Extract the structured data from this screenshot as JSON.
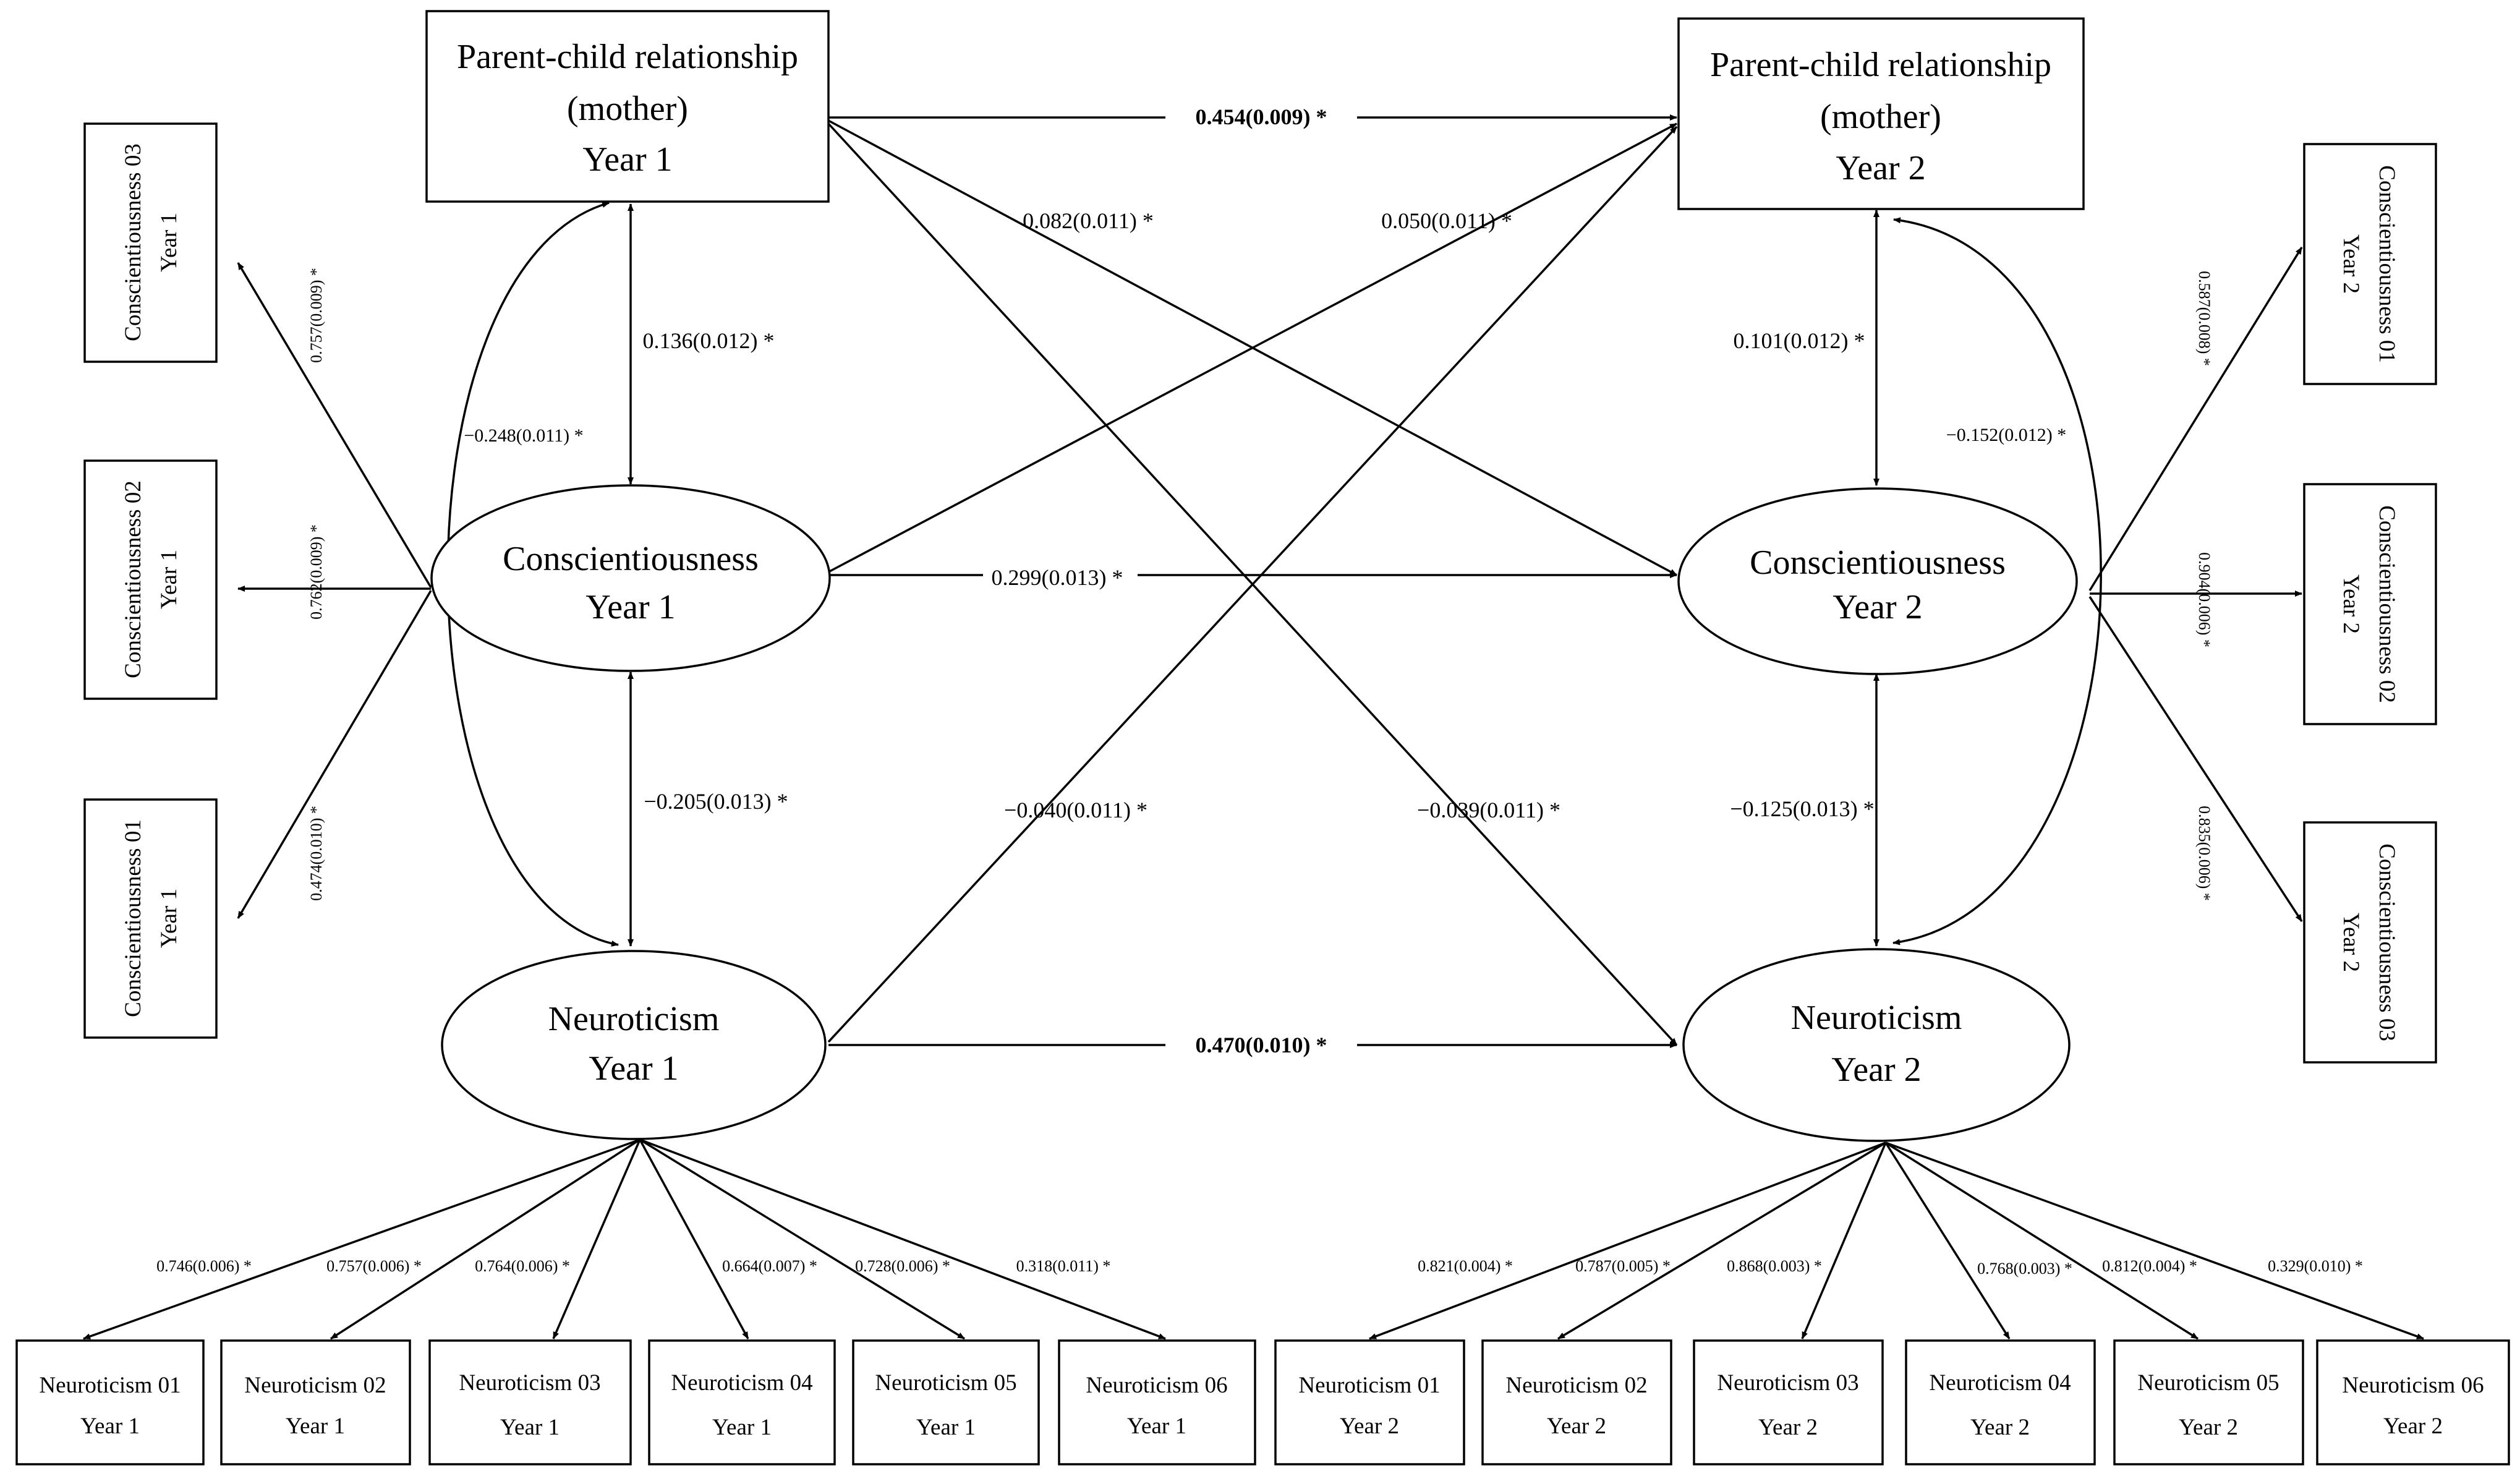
{
  "nodes": {
    "pcr_y1": {
      "lines": [
        "Parent-child relationship",
        "(mother)",
        "Year 1"
      ]
    },
    "pcr_y2": {
      "lines": [
        "Parent-child relationship",
        "(mother)",
        "Year 2"
      ]
    },
    "con_y1": {
      "lines": [
        "Conscientiousness",
        "Year 1"
      ]
    },
    "con_y2": {
      "lines": [
        "Conscientiousness",
        "Year 2"
      ]
    },
    "neu_y1": {
      "lines": [
        "Neuroticism",
        "Year 1"
      ]
    },
    "neu_y2": {
      "lines": [
        "Neuroticism",
        "Year 2"
      ]
    },
    "c_y1": [
      {
        "lines": [
          "Conscientiousness 03",
          "Year 1"
        ]
      },
      {
        "lines": [
          "Conscientiousness 02",
          "Year 1"
        ]
      },
      {
        "lines": [
          "Conscientiousness 01",
          "Year 1"
        ]
      }
    ],
    "c_y2": [
      {
        "lines": [
          "Conscientiousness 01",
          "Year 2"
        ]
      },
      {
        "lines": [
          "Conscientiousness 02",
          "Year 2"
        ]
      },
      {
        "lines": [
          "Conscientiousness 03",
          "Year 2"
        ]
      }
    ],
    "n_y1": [
      {
        "lines": [
          "Neuroticism 01",
          "Year 1"
        ]
      },
      {
        "lines": [
          "Neuroticism 02",
          "Year 1"
        ]
      },
      {
        "lines": [
          "Neuroticism 03",
          "Year 1"
        ]
      },
      {
        "lines": [
          "Neuroticism 04",
          "Year 1"
        ]
      },
      {
        "lines": [
          "Neuroticism 05",
          "Year 1"
        ]
      },
      {
        "lines": [
          "Neuroticism 06",
          "Year 1"
        ]
      }
    ],
    "n_y2": [
      {
        "lines": [
          "Neuroticism 01",
          "Year 2"
        ]
      },
      {
        "lines": [
          "Neuroticism 02",
          "Year 2"
        ]
      },
      {
        "lines": [
          "Neuroticism 03",
          "Year 2"
        ]
      },
      {
        "lines": [
          "Neuroticism 04",
          "Year 2"
        ]
      },
      {
        "lines": [
          "Neuroticism 05",
          "Year 2"
        ]
      },
      {
        "lines": [
          "Neuroticism 06",
          "Year 2"
        ]
      }
    ]
  },
  "paths": {
    "pcr_stability": "0.454(0.009) *",
    "con_stability": "0.299(0.013) *",
    "neu_stability": "0.470(0.010) *",
    "pcr1_con2": "0.082(0.011) *",
    "pcr1_neu2": "−0.039(0.011) *",
    "con1_pcr2": "0.050(0.011) *",
    "neu1_pcr2": "−0.040(0.011) *",
    "pcr1_con1": "0.136(0.012) *",
    "con1_neu1": "−0.205(0.013) *",
    "pcr1_neu1": "−0.248(0.011) *",
    "pcr2_con2": "0.101(0.012) *",
    "con2_neu2": "−0.125(0.013) *",
    "pcr2_neu2": "−0.152(0.012) *"
  },
  "loadings": {
    "c_y1": [
      "0.757(0.009) *",
      "0.762(0.009) *",
      "0.474(0.010) *"
    ],
    "c_y2": [
      "0.587(0.008) *",
      "0.904(0.006) *",
      "0.835(0.006) *"
    ],
    "n_y1": [
      "0.746(0.006) *",
      "0.757(0.006) *",
      "0.764(0.006) *",
      "0.664(0.007) *",
      "0.728(0.006) *",
      "0.318(0.011) *"
    ],
    "n_y2": [
      "0.821(0.004) *",
      "0.787(0.005) *",
      "0.868(0.003) *",
      "0.768(0.003) *",
      "0.812(0.004) *",
      "0.329(0.010) *"
    ]
  }
}
